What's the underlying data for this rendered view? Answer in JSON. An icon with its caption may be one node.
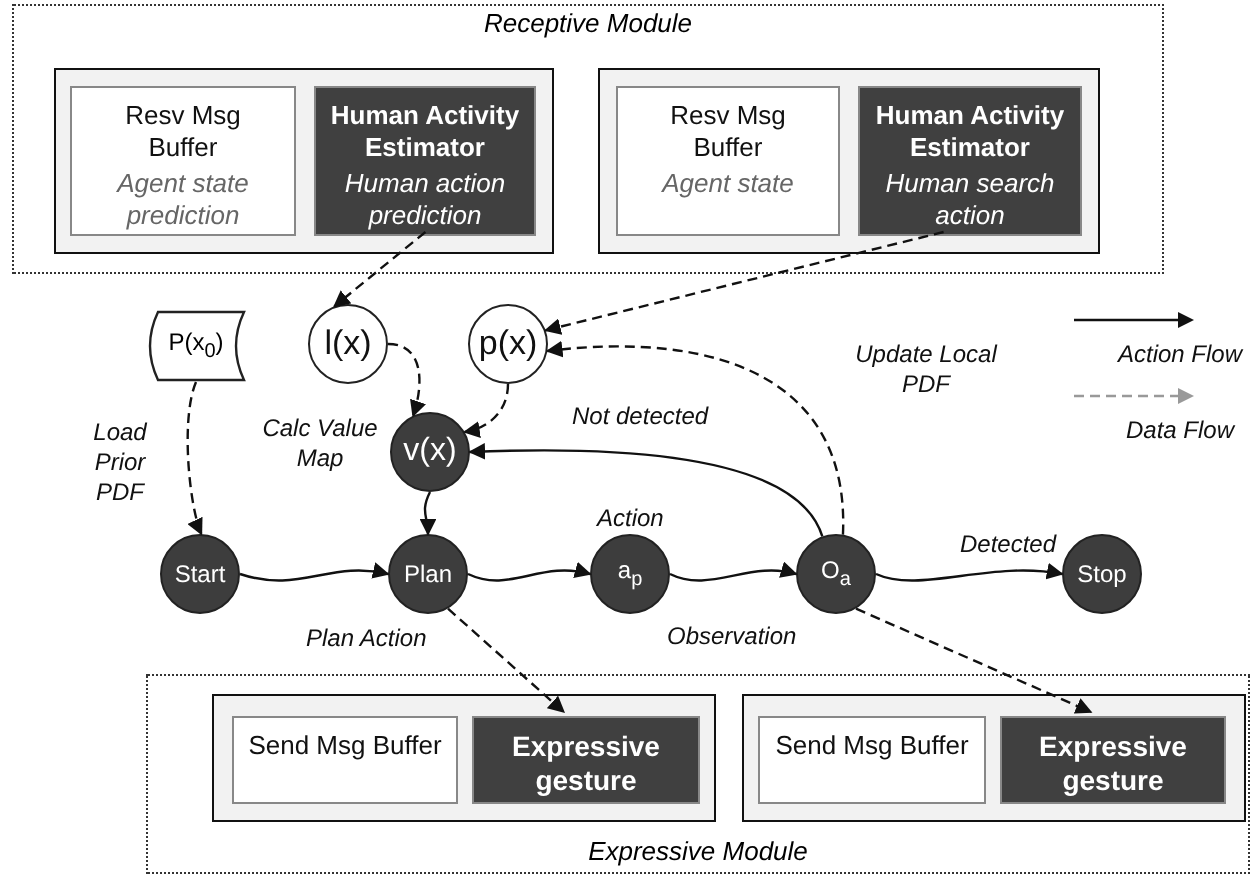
{
  "diagram": {
    "nodes": [
      {
        "text": [
          "Receptive Module"
        ]
      },
      {
        "text": [],
        "shape": "box",
        "in": 0
      },
      {
        "text": [
          "Resv Msg Buffer",
          "Agent state prediction"
        ],
        "in": 1
      },
      {
        "text": [
          "Human Activity Estimator",
          "Human action prediction"
        ],
        "in": 1
      },
      {
        "text": [],
        "shape": "box",
        "in": 0
      },
      {
        "text": [
          "Resv Msg Buffer",
          "Agent state"
        ],
        "in": 4
      },
      {
        "text": [
          "Human Activity Estimator",
          "Human search action"
        ],
        "in": 4
      },
      {
        "text": [
          "P(x$_{0}$)"
        ]
      },
      {
        "text": [
          "l(x)"
        ]
      },
      {
        "text": [
          "p(x)"
        ]
      },
      {
        "text": [
          "v(x)"
        ],
        "beside": [
          "Calc Value Map"
        ]
      },
      {
        "text": [
          "Start"
        ]
      },
      {
        "text": [
          "Plan"
        ],
        "beside": [
          "Plan Action"
        ]
      },
      {
        "text": [
          "a$_{p}$"
        ],
        "beside": [
          "Action"
        ]
      },
      {
        "text": [
          "O$_{a}$"
        ]
      },
      {
        "text": [
          "Stop"
        ]
      },
      {
        "text": [
          "Expressive Module"
        ]
      },
      {
        "text": [],
        "shape": "box",
        "in": 16
      },
      {
        "text": [
          "Send Msg Buffer"
        ],
        "in": 17
      },
      {
        "text": [
          "Expressive gesture"
        ],
        "in": 17
      },
      {
        "text": [],
        "shape": "box",
        "in": 16
      },
      {
        "text": [
          "Send Msg Buffer"
        ],
        "in": 20
      },
      {
        "text": [
          "Expressive gesture"
        ],
        "in": 20
      }
    ],
    "edges": [
      {
        "from": 3,
        "to": 8,
        "arrow": "to",
        "style": "dashed"
      },
      {
        "from": 6,
        "to": 9,
        "arrow": "to",
        "style": "dashed"
      },
      {
        "from": 8,
        "to": 10,
        "arrow": "to",
        "style": "dashed"
      },
      {
        "from": 9,
        "to": 10,
        "arrow": "to",
        "style": "dashed"
      },
      {
        "from": 7,
        "to": 11,
        "arrow": "to",
        "style": "dashed",
        "label": "Load Prior PDF"
      },
      {
        "from": 11,
        "to": 12,
        "arrow": "to"
      },
      {
        "from": 12,
        "to": 13,
        "arrow": "to"
      },
      {
        "from": 13,
        "to": 14,
        "arrow": "to",
        "label": "Observation"
      },
      {
        "from": 14,
        "to": 15,
        "arrow": "to",
        "label": "Detected"
      },
      {
        "from": 14,
        "to": 10,
        "arrow": "to",
        "label": "Not detected"
      },
      {
        "from": 14,
        "to": 9,
        "arrow": "to",
        "style": "dashed",
        "label": "Update Local PDF"
      },
      {
        "from": 10,
        "to": 12,
        "arrow": "to"
      },
      {
        "from": 12,
        "to": 19,
        "arrow": "to",
        "style": "dashed"
      },
      {
        "from": 14,
        "to": 22,
        "arrow": "to",
        "style": "dashed"
      }
    ],
    "legend": [
      {
        "text": "Action Flow"
      },
      {
        "text": "Data Flow"
      }
    ]
  }
}
